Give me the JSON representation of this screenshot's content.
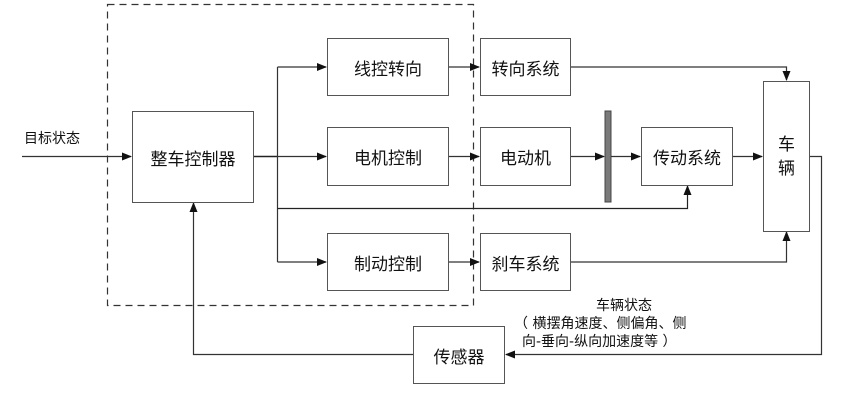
{
  "diagram": {
    "input_label": "目标状态",
    "controller_group": "dashed boundary",
    "blocks": {
      "vcu": "整车控制器",
      "steer_by_wire": "线控转向",
      "motor_control": "电机控制",
      "brake_control": "制动控制",
      "steering_system": "转向系统",
      "motor": "电动机",
      "brake_system": "刹车系统",
      "transmission": "传动系统",
      "vehicle_line1": "车",
      "vehicle_line2": "辆",
      "sensor": "传感器"
    },
    "feedback_caption": {
      "line1": "车辆状态",
      "line2": "（ 横摆角速度、侧偏角、侧",
      "line3": "向-垂向-纵向加速度等 ）"
    },
    "colors": {
      "line": "#333333",
      "box_border": "#555555",
      "shaft": "#7a7a7a"
    }
  }
}
